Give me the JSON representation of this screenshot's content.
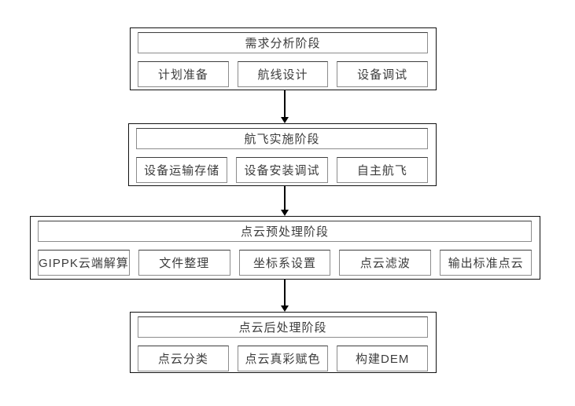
{
  "diagram": {
    "type": "flowchart",
    "direction": "top-down",
    "colors": {
      "background": "#ffffff",
      "outer_border": "#111111",
      "inner_border": "#8c8c8c",
      "text": "#3c3c3c",
      "arrow": "#000000"
    },
    "connections": [
      {
        "from": 0,
        "to": 1
      },
      {
        "from": 1,
        "to": 2
      },
      {
        "from": 2,
        "to": 3
      }
    ]
  },
  "stages": [
    {
      "title": "需求分析阶段",
      "tasks": [
        "计划准备",
        "航线设计",
        "设备调试"
      ]
    },
    {
      "title": "航飞实施阶段",
      "tasks": [
        "设备运输存储",
        "设备安装调试",
        "自主航飞"
      ]
    },
    {
      "title": "点云预处理阶段",
      "tasks": [
        "GIPPK云端解算",
        "文件整理",
        "坐标系设置",
        "点云滤波",
        "输出标准点云"
      ]
    },
    {
      "title": "点云后处理阶段",
      "tasks": [
        "点云分类",
        "点云真彩赋色",
        "构建DEM"
      ]
    }
  ]
}
